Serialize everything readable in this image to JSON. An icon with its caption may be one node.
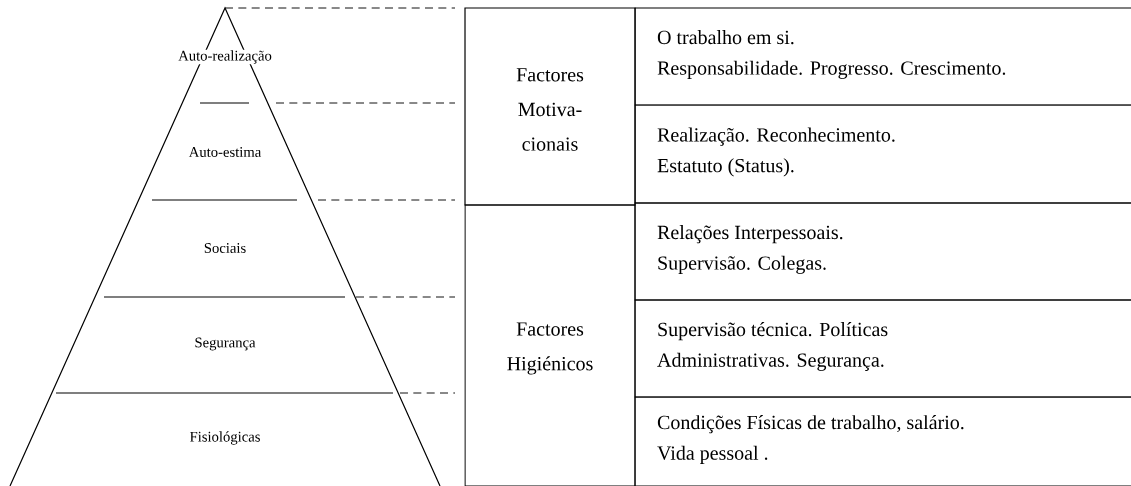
{
  "diagram": {
    "nodes": [
      {
        "text": [
          "Auto-realização"
        ]
      },
      {
        "text": [
          "Auto-estima"
        ]
      },
      {
        "text": [
          "Sociais"
        ]
      },
      {
        "text": [
          "Segurança"
        ]
      },
      {
        "text": [
          "Fisiológicas"
        ]
      },
      {
        "text": [
          "Factores",
          "Motiva-",
          "cionais"
        ]
      },
      {
        "text": [
          "Factores",
          "Higiénicos"
        ]
      },
      {
        "text": [
          "O trabalho em si.",
          "Responsabilidade. Progresso. Crescimento."
        ]
      },
      {
        "text": [
          "Realização. Reconhecimento.",
          "Estatuto (Status)."
        ]
      },
      {
        "text": [
          "Relações Interpessoais.",
          "Supervisão. Colegas."
        ]
      },
      {
        "text": [
          "Supervisão técnica. Políticas",
          "Administrativas. Segurança."
        ]
      },
      {
        "text": [
          "Condições Físicas de trabalho, salário.",
          "Vida pessoal ."
        ]
      }
    ]
  }
}
